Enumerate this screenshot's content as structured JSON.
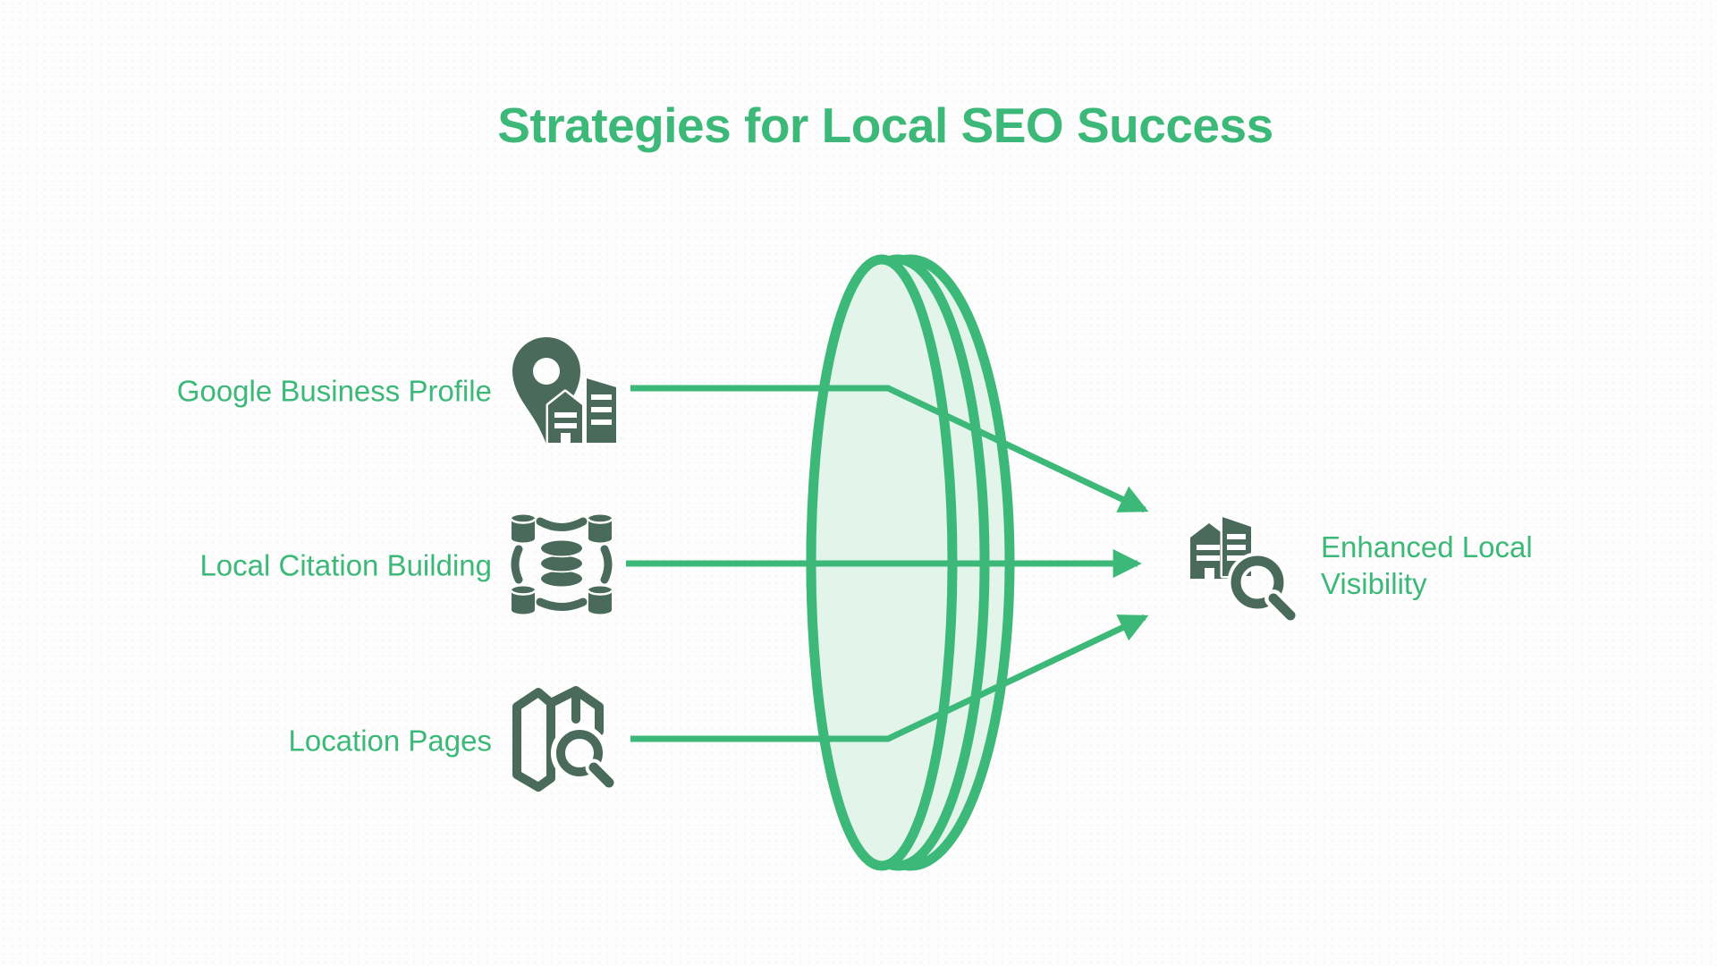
{
  "title": "Strategies for Local SEO Success",
  "colors": {
    "accent": "#3cb878",
    "icon": "#4a6b5b",
    "lensfill": "#e3f4ea",
    "bg": "#fdfdfd"
  },
  "diagram": {
    "type": "converging-lens-flow",
    "lens": "double-convex-lens",
    "inputs": [
      {
        "label": "Google Business Profile",
        "icon": "google-business-profile-icon"
      },
      {
        "label": "Local Citation Building",
        "icon": "citation-database-icon"
      },
      {
        "label": "Location Pages",
        "icon": "map-search-icon"
      }
    ],
    "output": {
      "label": "Enhanced Local Visibility",
      "icon": "buildings-search-icon"
    }
  }
}
